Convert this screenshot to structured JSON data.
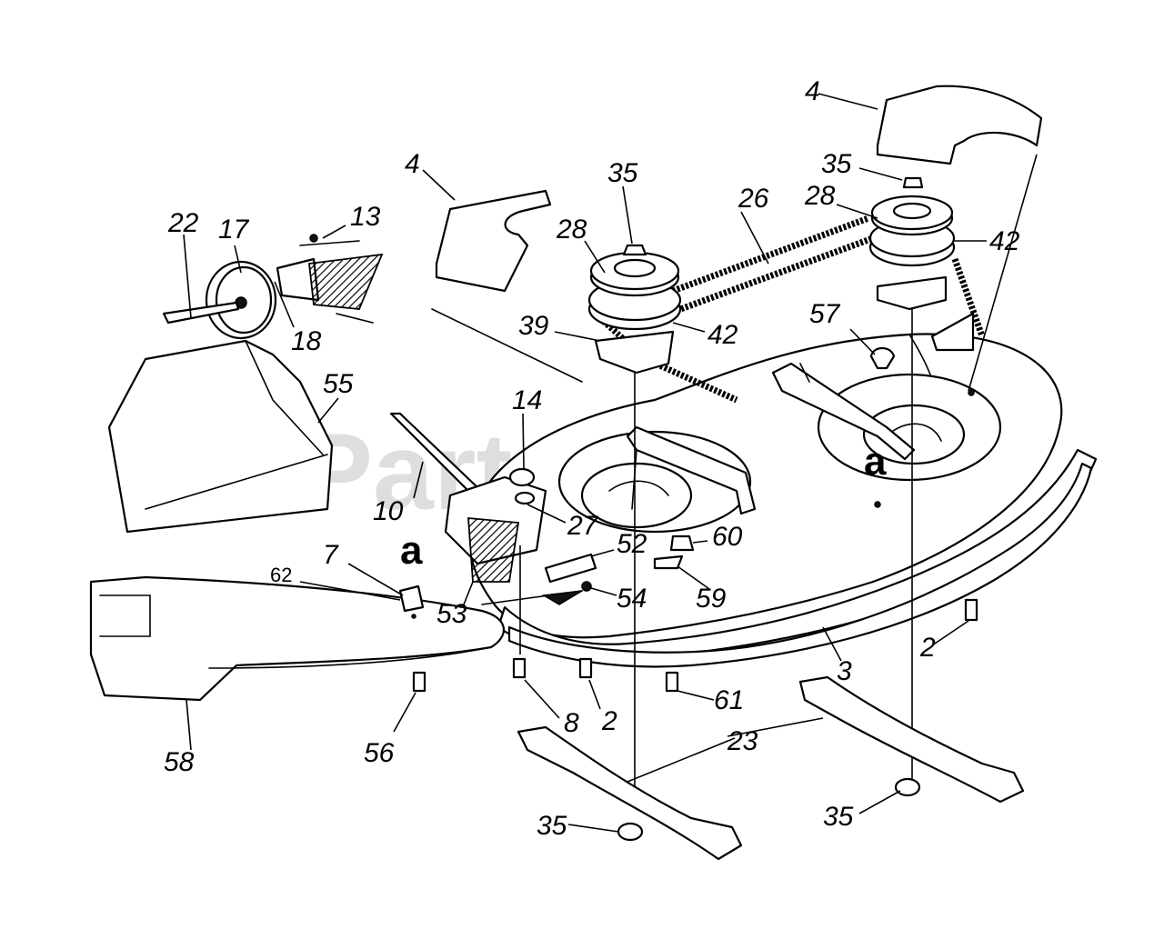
{
  "watermark": "PartsTree",
  "callouts": {
    "c4a": "4",
    "c4b": "4",
    "c35a": "35",
    "c35b": "35",
    "c35c": "35",
    "c35d": "35",
    "c26": "26",
    "c28a": "28",
    "c28b": "28",
    "c42a": "42",
    "c42b": "42",
    "c39": "39",
    "c57": "57",
    "c22": "22",
    "c17": "17",
    "c13": "13",
    "c18": "18",
    "c55": "55",
    "c14": "14",
    "c10": "10",
    "c27": "27",
    "c52": "52",
    "c60": "60",
    "c59": "59",
    "c54": "54",
    "c53": "53",
    "c7": "7",
    "c62": "62",
    "c58": "58",
    "c56": "56",
    "c8": "8",
    "c2a": "2",
    "c2b": "2",
    "c3": "3",
    "c61": "61",
    "c23": "23"
  },
  "reference_marks": {
    "a_left": "a",
    "a_right": "a"
  }
}
